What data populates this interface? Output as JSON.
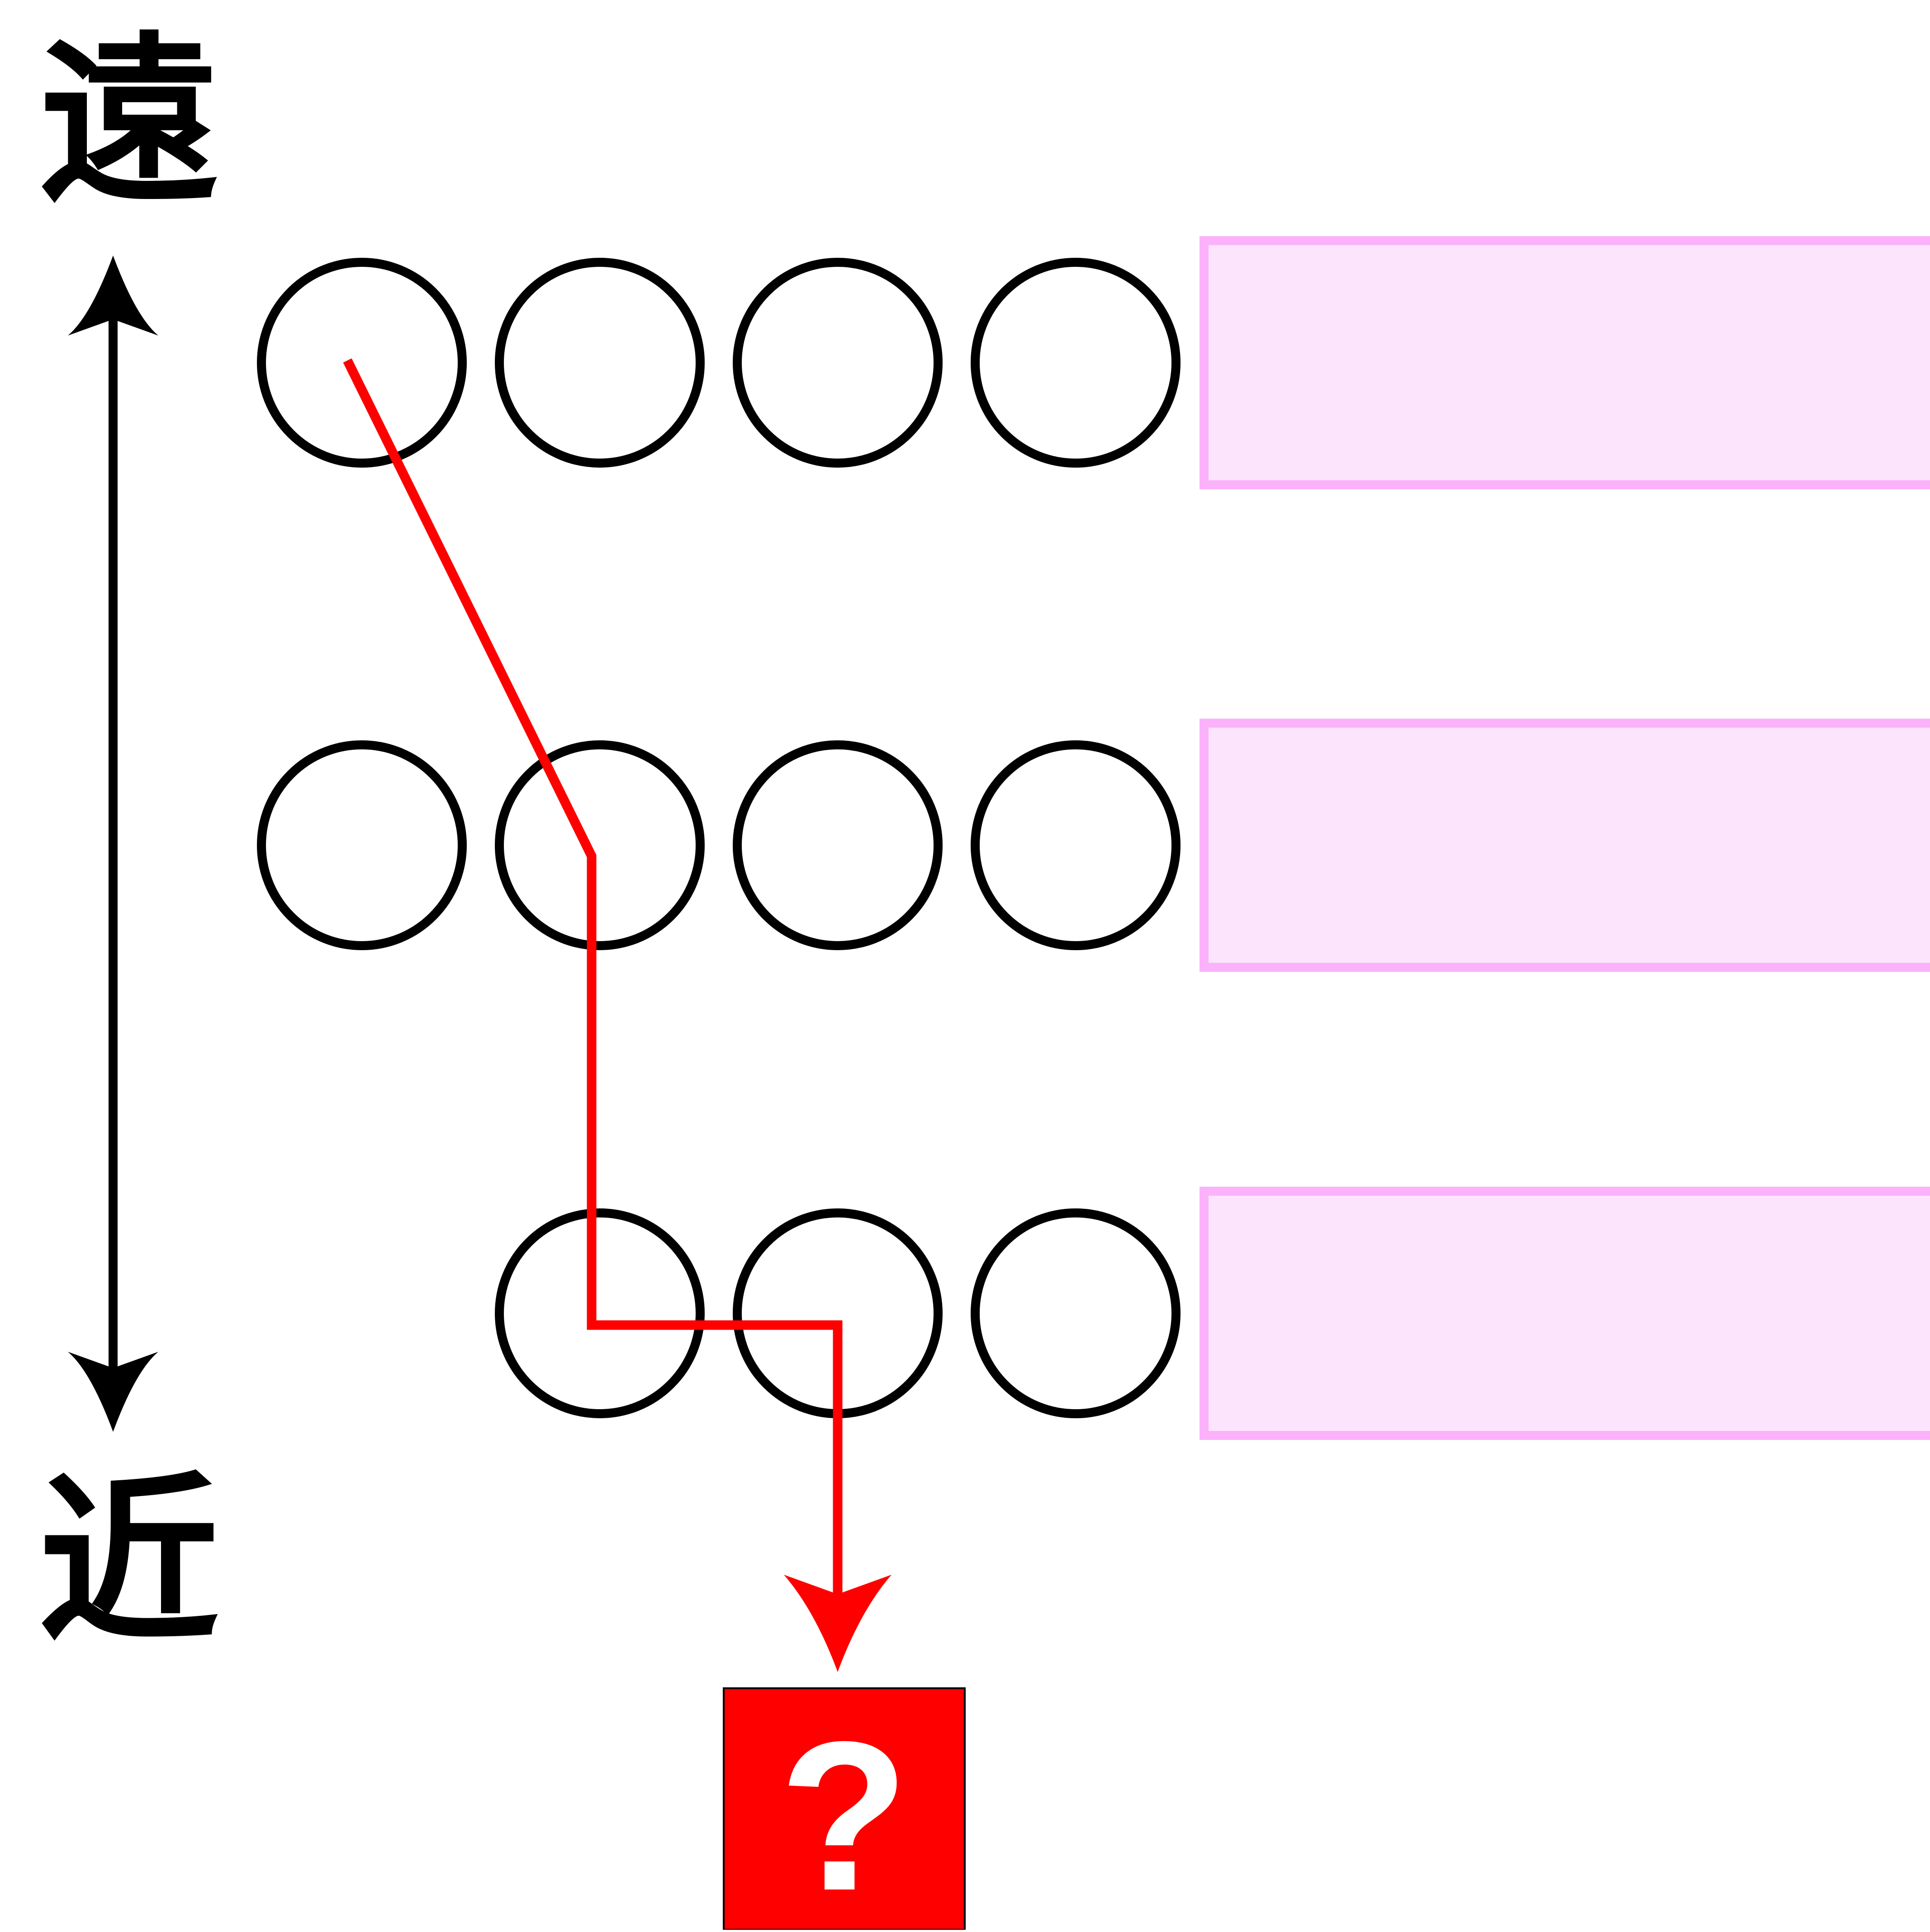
{
  "axis": {
    "far_label": "遠",
    "near_label": "近"
  },
  "grid": {
    "rows": [
      {
        "circle_count": 4,
        "start_column": 0
      },
      {
        "circle_count": 4,
        "start_column": 0
      },
      {
        "circle_count": 3,
        "start_column": 1
      }
    ]
  },
  "path": {
    "stops": [
      {
        "row": 0,
        "column": 0
      },
      {
        "row": 1,
        "column": 1
      },
      {
        "row": 2,
        "column": 1
      },
      {
        "row": 2,
        "column": 2
      }
    ]
  },
  "result_box": {
    "symbol": "?"
  },
  "colors": {
    "path": "#ff0000",
    "result_fill": "#ff0000",
    "result_symbol": "#ffffff",
    "row_band_fill": "#fde4fd",
    "row_band_stroke": "#fbb2fb",
    "circle_stroke": "#000000",
    "axis": "#000000"
  }
}
